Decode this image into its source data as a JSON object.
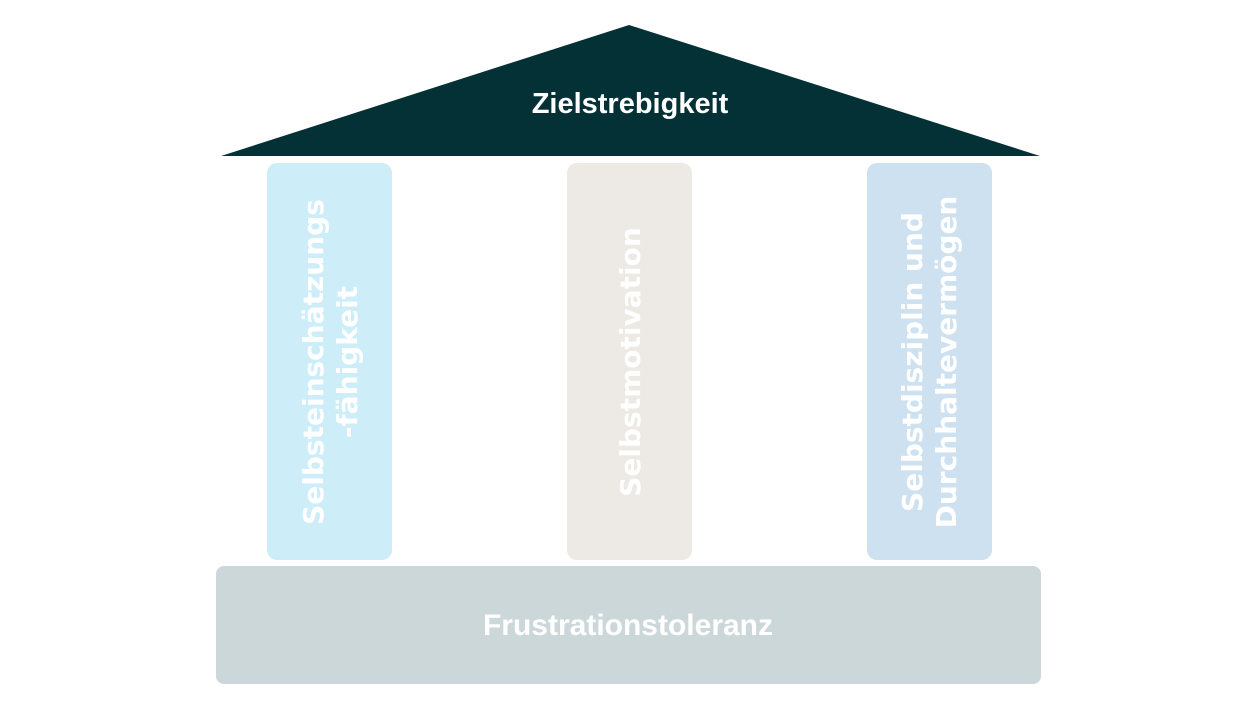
{
  "roof": {
    "label": "Zielstrebigkeit",
    "color": "#033136"
  },
  "pillars": [
    {
      "lines": [
        "Selbsteinschätzungs",
        "-fähigkeit"
      ],
      "color": "#cdeef9"
    },
    {
      "lines": [
        "Selbstmotivation"
      ],
      "color": "#ede9e4"
    },
    {
      "lines": [
        "Selbstdisziplin und",
        "Durchhaltevermögen"
      ],
      "color": "#cde1f0"
    }
  ],
  "foundation": {
    "label": "Frustrationstoleranz",
    "color": "#ccd7d9"
  }
}
